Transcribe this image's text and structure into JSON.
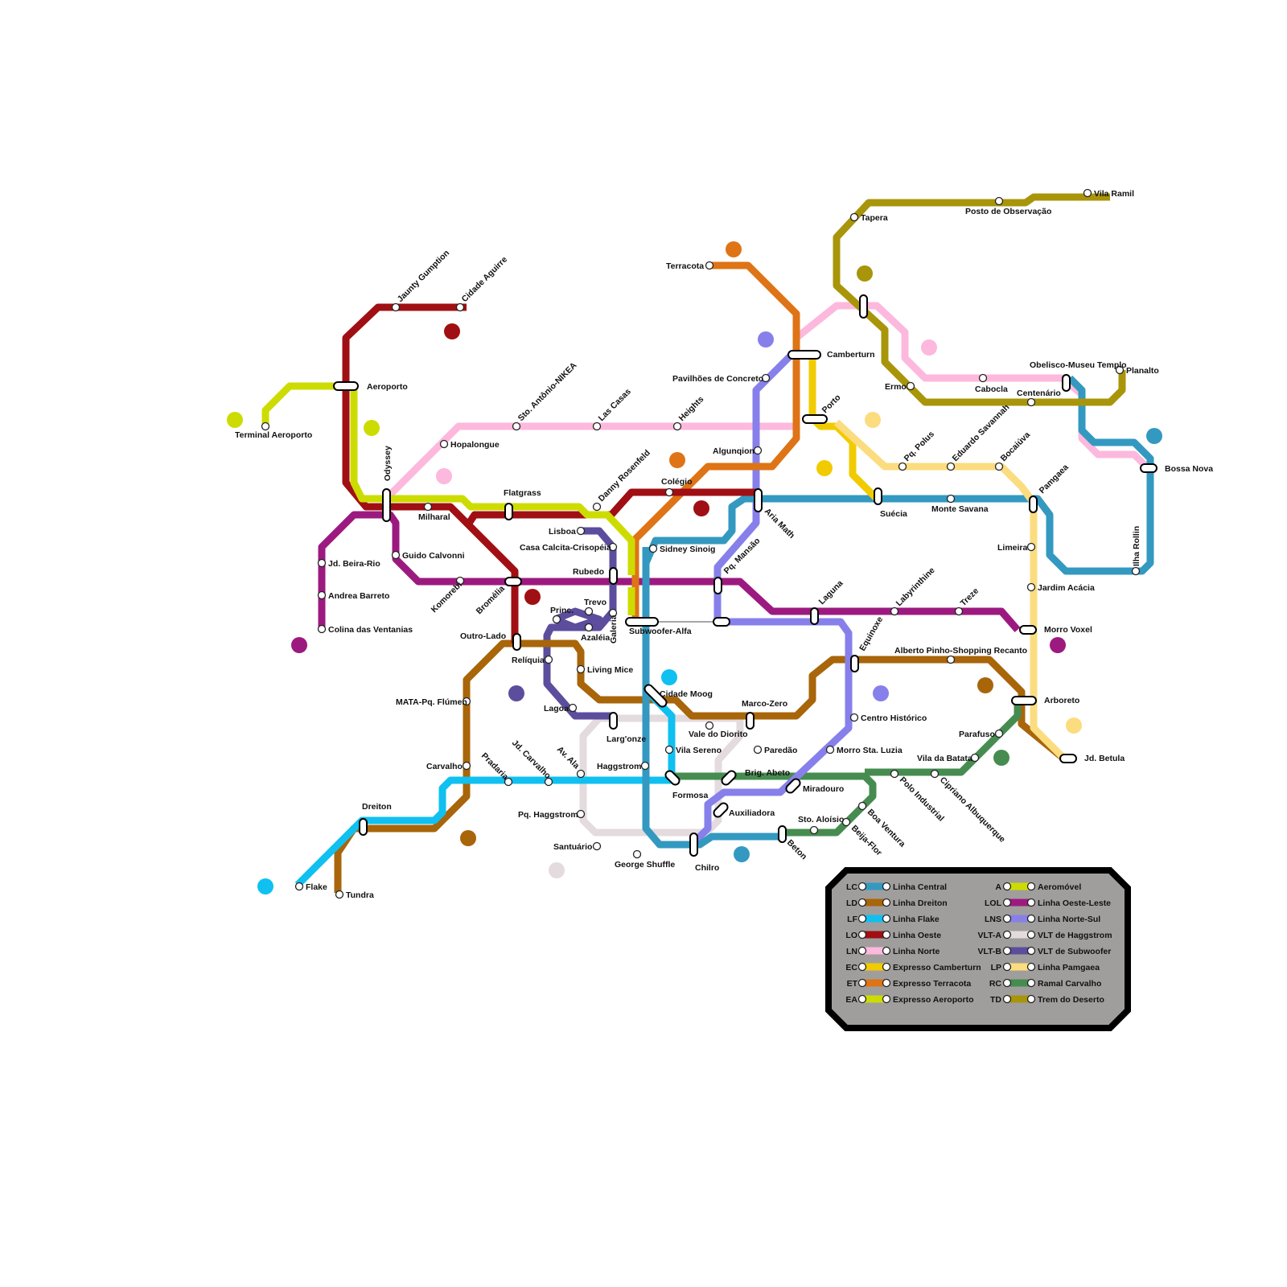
{
  "lines": {
    "LC": {
      "name": "Linha Central",
      "color": "#3399c0"
    },
    "LD": {
      "name": "Linha Dreiton",
      "color": "#a8650a"
    },
    "LF": {
      "name": "Linha Flake",
      "color": "#10c0f0"
    },
    "LO": {
      "name": "Linha Oeste",
      "color": "#a00f13"
    },
    "LN": {
      "name": "Linha Norte",
      "color": "#fdb8dd"
    },
    "EC": {
      "name": "Expresso Camberturn",
      "color": "#f1cb00"
    },
    "ET": {
      "name": "Expresso Terracota",
      "color": "#de7416"
    },
    "EA": {
      "name": "Expresso Aeroporto",
      "color": "#cddc00"
    },
    "A": {
      "name": "Aeromóvel",
      "color": "#cddc00"
    },
    "LOL": {
      "name": "Linha Oeste-Leste",
      "color": "#9c1a80"
    },
    "LNS": {
      "name": "Linha Norte-Sul",
      "color": "#8780ea"
    },
    "VLT-A": {
      "name": "VLT de Haggstrom",
      "color": "#e3dbde"
    },
    "VLT-B": {
      "name": "VLT de Subwoofer",
      "color": "#5d4d9d"
    },
    "LP": {
      "name": "Linha Pamgaea",
      "color": "#fbdc7f"
    },
    "RC": {
      "name": "Ramal Carvalho",
      "color": "#468c50"
    },
    "TD": {
      "name": "Trem do Deserto",
      "color": "#a8950a"
    }
  },
  "legend": {
    "left": [
      "LC",
      "LD",
      "LF",
      "LO",
      "LN",
      "EC",
      "ET",
      "EA"
    ],
    "right": [
      "A",
      "LOL",
      "LNS",
      "VLT-A",
      "VLT-B",
      "LP",
      "RC",
      "TD"
    ]
  },
  "stations": {
    "terminal_aeroporto": "Terminal Aeroporto",
    "aeroporto": "Aeroporto",
    "odyssey": "Odyssey",
    "jaunty_gumption": "Jaunty Gumption",
    "cidade_aguirre": "Cidade Aguirre",
    "hopalongue": "Hopalongue",
    "sto_antonio": "Sto. Antônio-NIKEA",
    "las_casas": "Las Casas",
    "heights": "Heights",
    "terracota": "Terracota",
    "pavilhoes": "Pavilhões de Concreto",
    "camberturn": "Camberturn",
    "porto": "Porto",
    "algunqion": "Algunqion",
    "tapera": "Tapera",
    "posto_observacao": "Posto de Observação",
    "vila_ramil": "Vila Ramil",
    "ermo": "Ermo",
    "cabocla": "Cabocla",
    "obelisco": "Obelisco-Museu Templo",
    "planalto": "Planalto",
    "centenario": "Centenário",
    "bossa_nova": "Bossa Nova",
    "pq_polus": "Pq. Polus",
    "eduardo_savannah": "Eduardo Savannah",
    "bocaiuva": "Bocaiúva",
    "suecia": "Suécia",
    "monte_savana": "Monte Savana",
    "pamgaea": "Pamgaea",
    "ilha_rollin": "Ilha Rollin",
    "limeira": "Limeira",
    "jardim_acacia": "Jardim Acácia",
    "morro_voxel": "Morro Voxel",
    "arboreto": "Arboreto",
    "jd_betula": "Jd. Betula",
    "flatgrass": "Flatgrass",
    "milharal": "Milharal",
    "danny_rosenfeld": "Danny Rosenfeld",
    "colegio": "Colégio",
    "aria_math": "Aria Math",
    "jd_beira_rio": "Jd. Beira-Rio",
    "andrea_barreto": "Andrea Barreto",
    "colina_ventanias": "Colina das Ventanias",
    "guido_calvonni": "Guido Calvonni",
    "komorebi": "Komorebi",
    "bromelia": "Bromélia",
    "lisboa": "Lisboa",
    "casa_calcita": "Casa Calcita-Crisopéia",
    "rubedo": "Rubedo",
    "sidney_sinoig": "Sidney Sinoig",
    "pq_mansao": "Pq. Mansão",
    "trevo": "Trevo",
    "princ": "Princ.",
    "azaleia": "Azaléia",
    "galeria": "Galeria",
    "subwoofer_alfa": "Subwoofer-Alfa",
    "laguna": "Laguna",
    "labyrinthine": "Labyrinthine",
    "treze": "Treze",
    "outro_lado": "Outro-Lado",
    "reliquia": "Relíquia",
    "living_mice": "Living Mice",
    "equinoxe": "Equinoxe",
    "alberto_pinho": "Alberto Pinho-Shopping Recanto",
    "cidade_moog": "Cidade Moog",
    "mata_pq_flumen": "MATA-Pq. Flúmen",
    "lagoa": "Lagoa",
    "marco_zero": "Marco-Zero",
    "centro_historico": "Centro Histórico",
    "largonze": "Larg'onze",
    "vale_diorito": "Vale do Diorito",
    "parafuso": "Parafuso",
    "vila_sereno": "Vila Sereno",
    "paredao": "Paredão",
    "morro_sta_luzia": "Morro Sta. Luzia",
    "vila_batata": "Vila da Batata",
    "carvalho": "Carvalho",
    "pradaria": "Pradaria",
    "jd_carvalho": "Jd. Carvalho",
    "av_ala": "Av. Ala",
    "haggstrom": "Haggstrom",
    "brig_abeto": "Brig. Abeto",
    "formosa": "Formosa",
    "miradouro": "Miradouro",
    "polo_industrial": "Polo Industrial",
    "cipriano": "Cipriano Albuquerque",
    "dreiton": "Dreiton",
    "pq_haggstrom": "Pq. Haggstrom",
    "auxiliadora": "Auxiliadora",
    "sto_aloisio": "Sto. Aloísio",
    "boa_ventura": "Boa Ventura",
    "beija_flor": "Beija-Flor",
    "santuario": "Santuário",
    "beton": "Beton",
    "george_shuffle": "George Shuffle",
    "chilro": "Chilro",
    "flake": "Flake",
    "tundra": "Tundra"
  }
}
